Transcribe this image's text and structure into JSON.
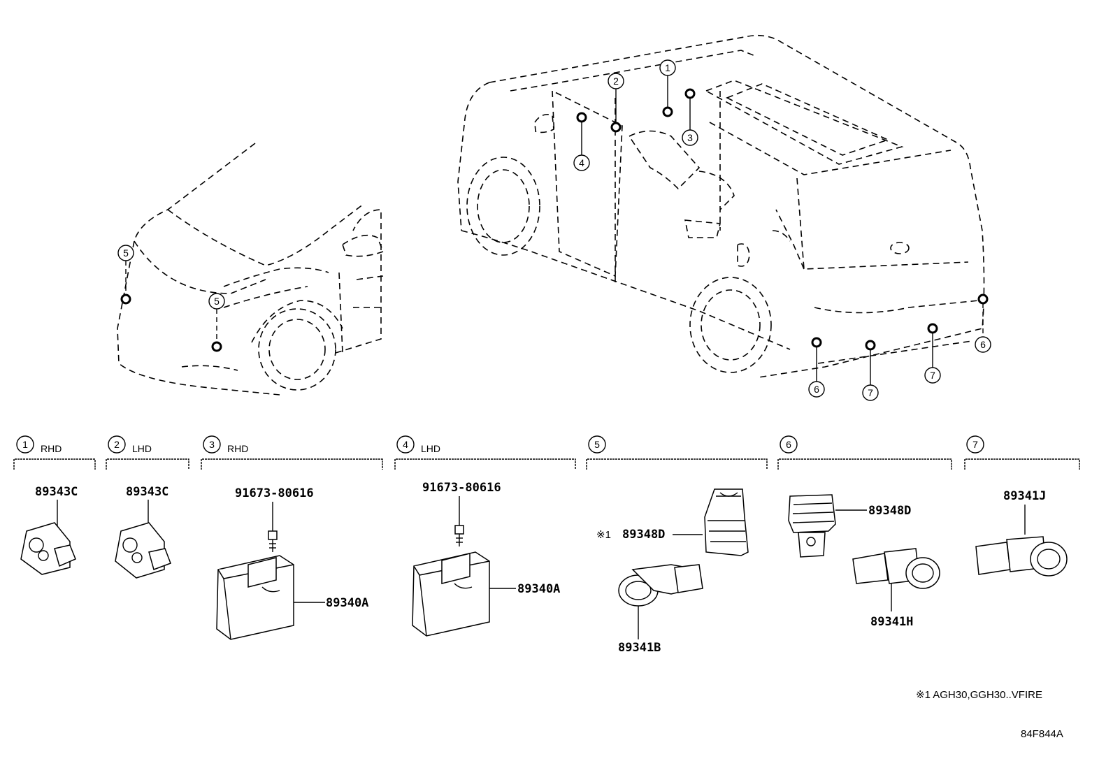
{
  "callouts": {
    "c1": "1",
    "c2": "2",
    "c3": "3",
    "c4": "4",
    "c5a": "5",
    "c5b": "5",
    "c6a": "6",
    "c6b": "6",
    "c7a": "7",
    "c7b": "7"
  },
  "sections": [
    {
      "num": "1",
      "label": "RHD"
    },
    {
      "num": "2",
      "label": "LHD"
    },
    {
      "num": "3",
      "label": "RHD"
    },
    {
      "num": "4",
      "label": "LHD"
    },
    {
      "num": "5",
      "label": ""
    },
    {
      "num": "6",
      "label": ""
    },
    {
      "num": "7",
      "label": ""
    }
  ],
  "parts": {
    "s1_part": "89343C",
    "s2_part": "89343C",
    "s3_bolt": "91673-80616",
    "s3_ecu": "89340A",
    "s4_bolt": "91673-80616",
    "s4_ecu": "89340A",
    "s5_mark": "※1",
    "s5_bracket": "89348D",
    "s5_sensor": "89341B",
    "s6_bracket": "89348D",
    "s6_sensor": "89341H",
    "s7_sensor": "89341J"
  },
  "footnote": "※1  AGH30,GGH30..VFIRE",
  "diagram_code": "84F844A"
}
